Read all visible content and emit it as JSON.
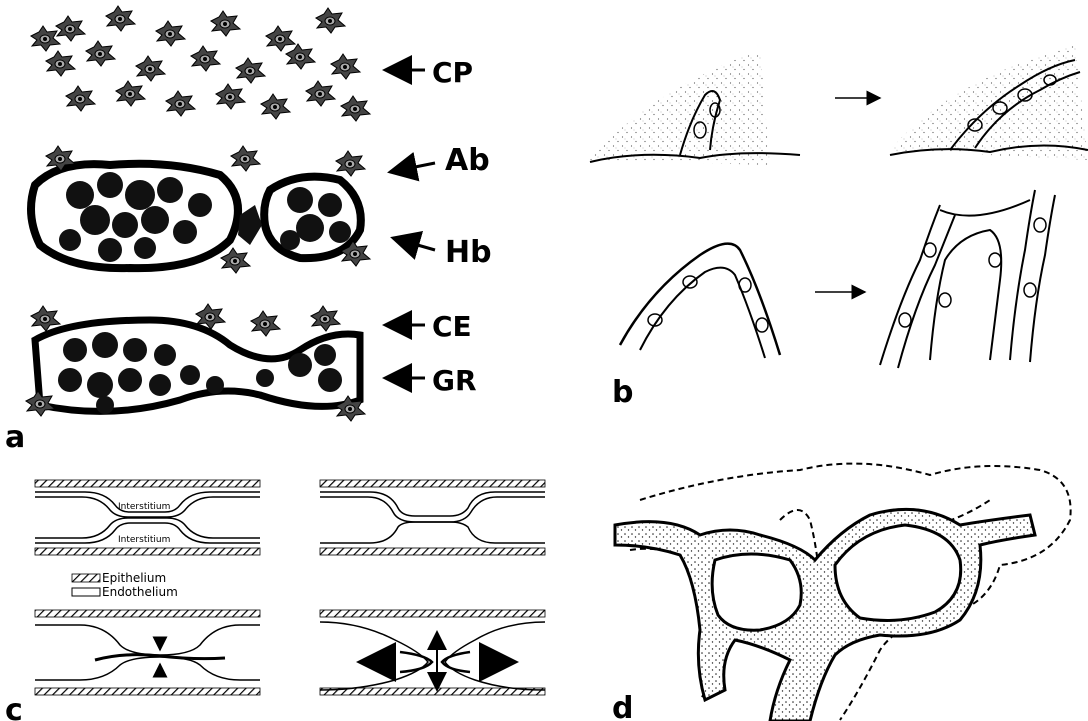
{
  "panels": {
    "a": {
      "letter": "a",
      "labels": [
        "CP",
        "Ab",
        "Hb",
        "CE",
        "GR"
      ]
    },
    "b": {
      "letter": "b"
    },
    "c": {
      "letter": "c",
      "interstitium_top": "Interstitium",
      "interstitium_bottom": "Interstitium",
      "legend_epithelium": "Epithelium",
      "legend_endothelium": "Endothelium"
    },
    "d": {
      "letter": "d"
    }
  },
  "colors": {
    "ink": "#000000",
    "paper": "#ffffff",
    "stipple": "#333333"
  }
}
